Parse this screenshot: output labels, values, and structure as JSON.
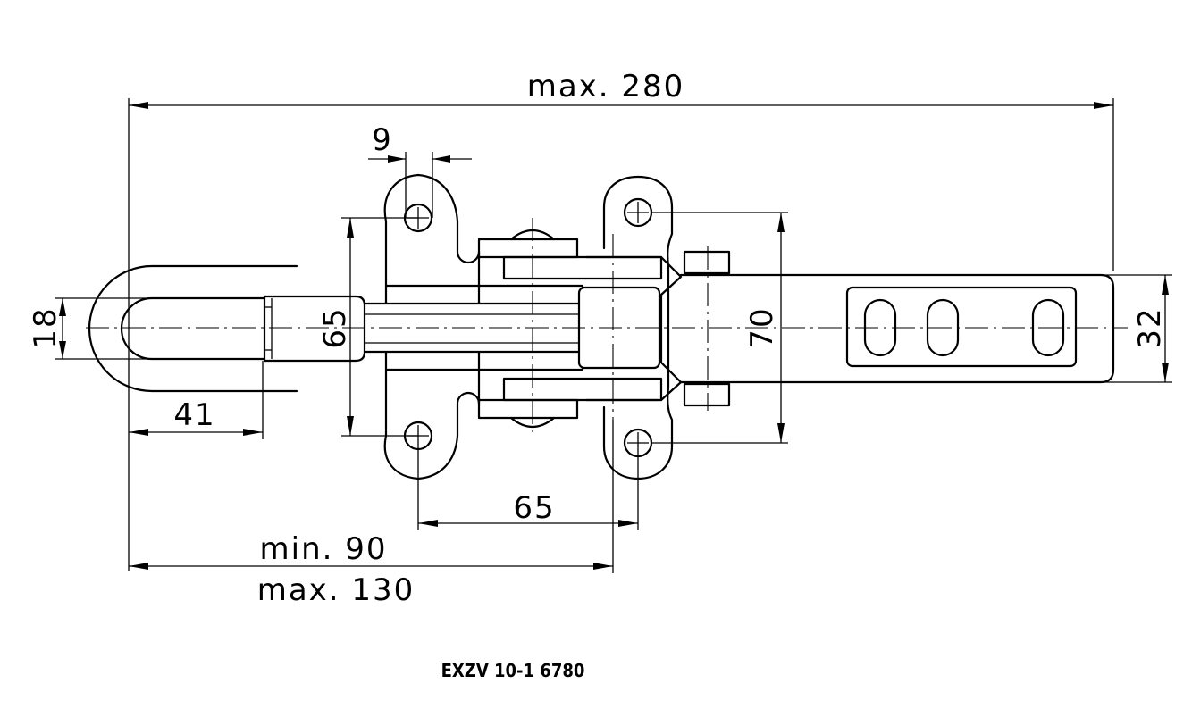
{
  "dimensions": {
    "overall_length": "max. 280",
    "hole_diameter": "9",
    "bracket_height": "65",
    "loop_width": "18",
    "loop_length": "41",
    "base_height": "70",
    "handle_width": "32",
    "hole_spacing": "65",
    "stroke_min": "min. 90",
    "stroke_max": "max. 130"
  },
  "part_code": "EXZV 10-1 6780"
}
